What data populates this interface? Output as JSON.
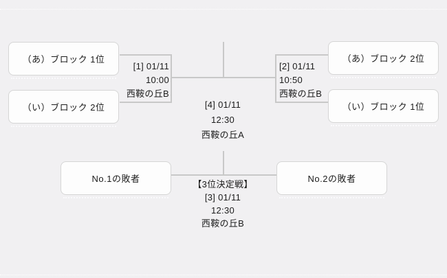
{
  "diagram": {
    "type": "tournament-bracket",
    "colors": {
      "background": "#f1f0f2",
      "connector": "#c8c8c8",
      "box_background": "#fdfdfd",
      "box_border": "#d5d5d5",
      "text": "#1c1c1c",
      "dotted_rule": "#ffffff"
    }
  },
  "teams": {
    "a_block_1st": "（あ）ブロック 1位",
    "i_block_2nd": "（い）ブロック 2位",
    "a_block_2nd": "（あ）ブロック 2位",
    "i_block_1st": "（い）ブロック 1位",
    "no1_loser": "No.1の敗者",
    "no2_loser": "No.2の敗者"
  },
  "matches": {
    "m1": {
      "id_date": "[1] 01/11",
      "time": "10:00",
      "venue": "西鞍の丘B"
    },
    "m2": {
      "id_date": "[2] 01/11",
      "time": "10:50",
      "venue": "西鞍の丘B"
    },
    "m4": {
      "id_date": "[4] 01/11",
      "time": "12:30",
      "venue": "西鞍の丘A"
    },
    "m3": {
      "title": "【3位決定戦】",
      "id_date": "[3] 01/11",
      "time": "12:30",
      "venue": "西鞍の丘B"
    }
  }
}
